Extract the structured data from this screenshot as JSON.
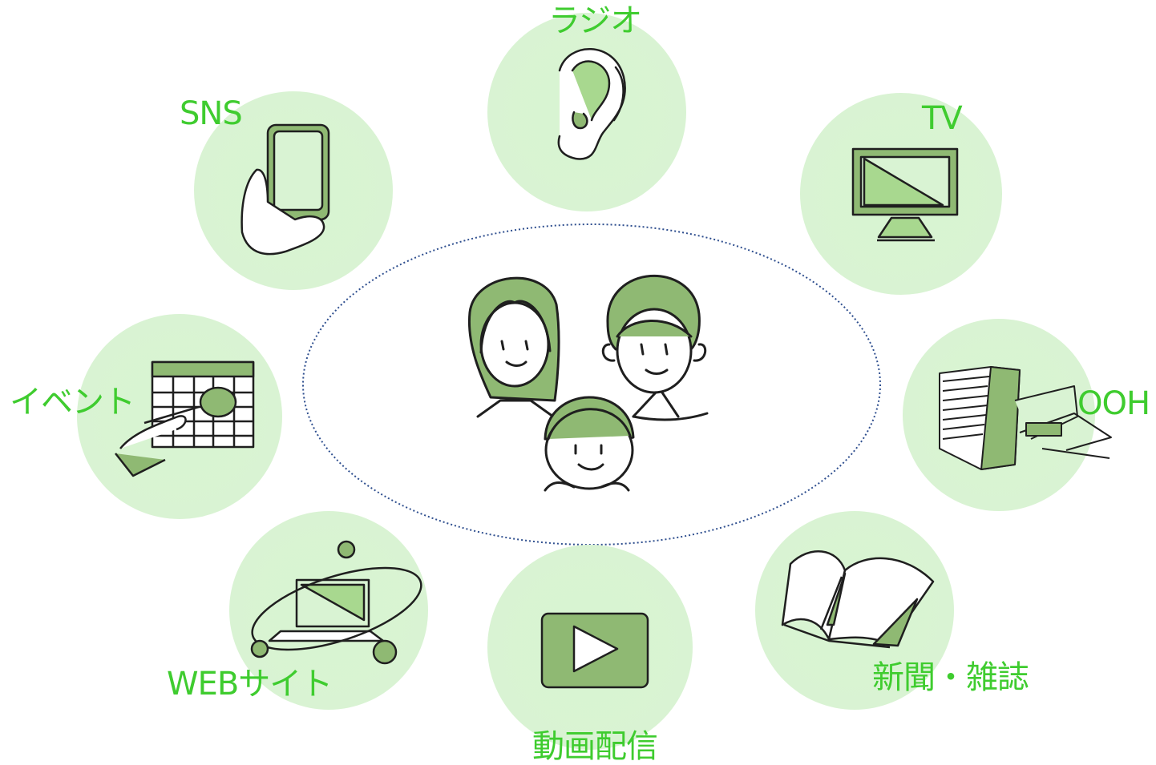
{
  "diagram": {
    "center": {
      "name": "people-group",
      "description_visible": ""
    },
    "nodes": [
      {
        "id": "radio",
        "label": "ラジオ",
        "icon": "ear-icon"
      },
      {
        "id": "tv",
        "label": "TV",
        "icon": "television-icon"
      },
      {
        "id": "ooh",
        "label": "OOH",
        "icon": "building-train-icon"
      },
      {
        "id": "newspaper",
        "label": "新聞・雑誌",
        "icon": "open-book-icon"
      },
      {
        "id": "video",
        "label": "動画配信",
        "icon": "play-button-icon"
      },
      {
        "id": "web",
        "label": "WEBサイト",
        "icon": "laptop-orbit-icon"
      },
      {
        "id": "event",
        "label": "イベント",
        "icon": "calendar-icon"
      },
      {
        "id": "sns",
        "label": "SNS",
        "icon": "smartphone-hand-icon"
      }
    ],
    "colors": {
      "label": "#3fcc2f",
      "circle_fill": "#d9f3d3",
      "icon_fill": "#8fb973",
      "icon_light": "#a8d88f",
      "line": "#1f1f1f",
      "dotted_ellipse": "#2f4f8f"
    }
  }
}
